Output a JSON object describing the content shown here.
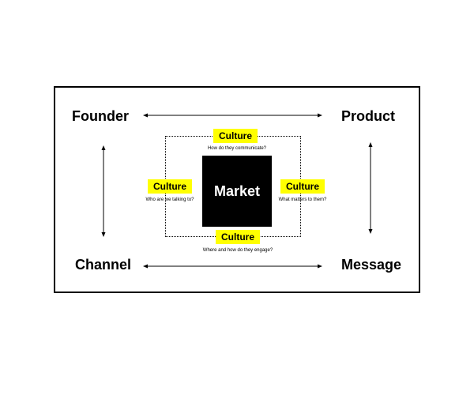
{
  "corners": {
    "top_left": "Founder",
    "top_right": "Product",
    "bottom_left": "Channel",
    "bottom_right": "Message"
  },
  "center": {
    "label": "Market"
  },
  "culture": {
    "top": {
      "label": "Culture",
      "question": "How do they communicate?"
    },
    "left": {
      "label": "Culture",
      "question": "Who are we talking to?"
    },
    "right": {
      "label": "Culture",
      "question": "What matters to them?"
    },
    "bottom": {
      "label": "Culture",
      "question": "Where and how do they engage?"
    }
  },
  "colors": {
    "highlight": "#ffff00",
    "market_fill": "#000000",
    "market_text": "#ffffff",
    "line": "#000000"
  }
}
